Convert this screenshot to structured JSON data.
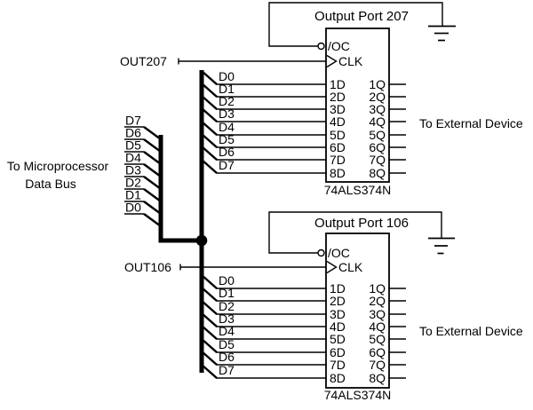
{
  "colors": {
    "line": "#000000",
    "background": "#ffffff"
  },
  "bus": {
    "label_line1": "To Microprocessor",
    "label_line2": "Data Bus",
    "bits": [
      "D7",
      "D6",
      "D5",
      "D4",
      "D3",
      "D2",
      "D1",
      "D0"
    ]
  },
  "ports": [
    {
      "title": "Output Port 207",
      "strobe_label": "OUT207",
      "oc_pin": "/OC",
      "clk_pin": "CLK",
      "data_bits": [
        "D0",
        "D1",
        "D2",
        "D3",
        "D4",
        "D5",
        "D6",
        "D7"
      ],
      "input_pins": [
        "1D",
        "2D",
        "3D",
        "4D",
        "5D",
        "6D",
        "7D",
        "8D"
      ],
      "output_pins": [
        "1Q",
        "2Q",
        "3Q",
        "4Q",
        "5Q",
        "6Q",
        "7Q",
        "8Q"
      ],
      "chip_name": "74ALS374N",
      "external_label": "To External Device"
    },
    {
      "title": "Output Port 106",
      "strobe_label": "OUT106",
      "oc_pin": "/OC",
      "clk_pin": "CLK",
      "data_bits": [
        "D0",
        "D1",
        "D2",
        "D3",
        "D4",
        "D5",
        "D6",
        "D7"
      ],
      "input_pins": [
        "1D",
        "2D",
        "3D",
        "4D",
        "5D",
        "6D",
        "7D",
        "8D"
      ],
      "output_pins": [
        "1Q",
        "2Q",
        "3Q",
        "4Q",
        "5Q",
        "6Q",
        "7Q",
        "8Q"
      ],
      "chip_name": "74ALS374N",
      "external_label": "To External Device"
    }
  ]
}
